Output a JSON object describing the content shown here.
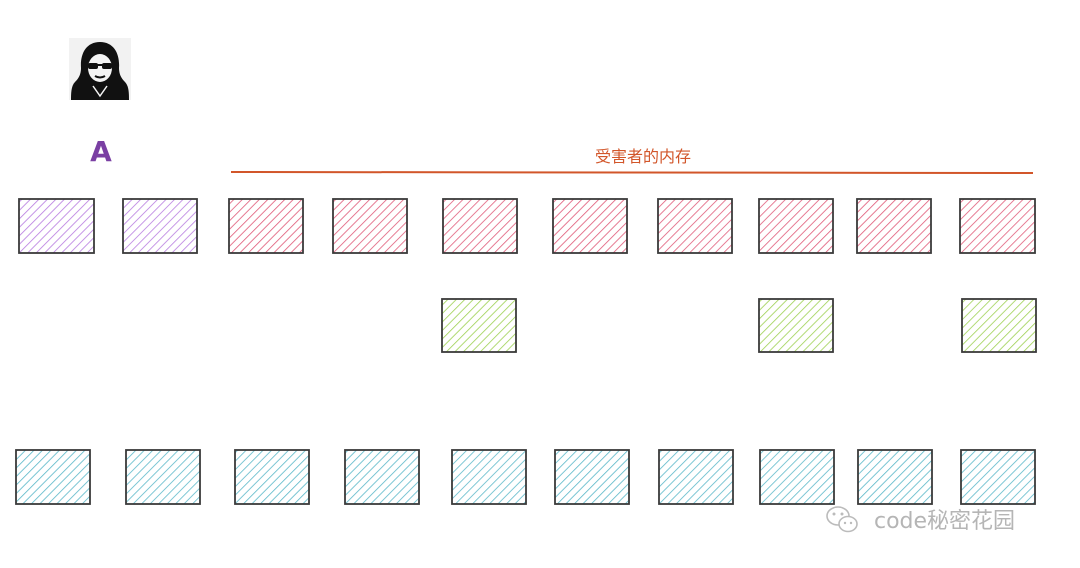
{
  "attacker": {
    "icon": "hacker-icon",
    "label": "A",
    "label_color": "#7a3fa3"
  },
  "victim_region": {
    "label": "受害者的内存",
    "color": "#d2562a"
  },
  "colors": {
    "purple": "#b77be0",
    "red": "#e05a78",
    "green": "#9fd155",
    "blue": "#5bb8c9",
    "border": "#3a3a3a"
  },
  "rows": {
    "top": [
      "purple",
      "purple",
      "red",
      "red",
      "red",
      "red",
      "red",
      "red",
      "red",
      "red"
    ],
    "middle": [
      null,
      null,
      null,
      null,
      "green",
      null,
      null,
      "green",
      null,
      "green"
    ],
    "bottom": [
      "blue",
      "blue",
      "blue",
      "blue",
      "blue",
      "blue",
      "blue",
      "blue",
      "blue",
      "blue"
    ]
  },
  "watermark": {
    "icon": "wechat-icon",
    "text": "code秘密花园"
  }
}
